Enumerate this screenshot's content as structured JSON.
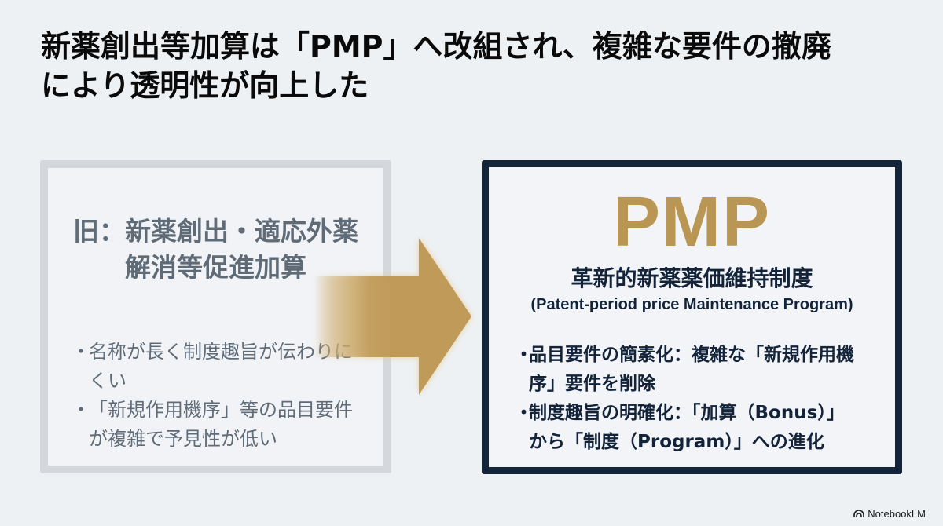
{
  "title": {
    "lines": [
      "新薬創出等加算は「PMP」へ改組され、複雑な要件の撤廃",
      "により透明性が向上した"
    ]
  },
  "old_panel": {
    "heading_lines": [
      "旧：新薬創出・適応外薬",
      "解消等促進加算"
    ],
    "bullets": [
      {
        "marker": "・",
        "lines": [
          "名称が長く制度趣旨が伝わりに",
          "くい"
        ]
      },
      {
        "marker": "・",
        "lines": [
          "「新規作用機序」等の品目要件",
          "が複雑で予見性が低い"
        ]
      }
    ],
    "border_color": "#d4d8dc",
    "text_color": "#5f6b76"
  },
  "arrow": {
    "icon": "right-arrow-icon",
    "color": "#bf9a58"
  },
  "new_panel": {
    "acronym": "PMP",
    "jp_name": "革新的新薬薬価維持制度",
    "en_name": "(Patent-period price Maintenance Program)",
    "bullets": [
      {
        "marker": "・",
        "lines": [
          "品目要件の簡素化：複雑な「新規作用機",
          "序」要件を削除"
        ]
      },
      {
        "marker": "・",
        "lines": [
          "制度趣旨の明確化：「加算（Bonus）」",
          "から「制度（Program）」への進化"
        ]
      }
    ],
    "border_color": "#13233a",
    "accent_color": "#b99654"
  },
  "brand": {
    "icon": "notebooklm-logo-icon",
    "label": "NotebookLM"
  }
}
